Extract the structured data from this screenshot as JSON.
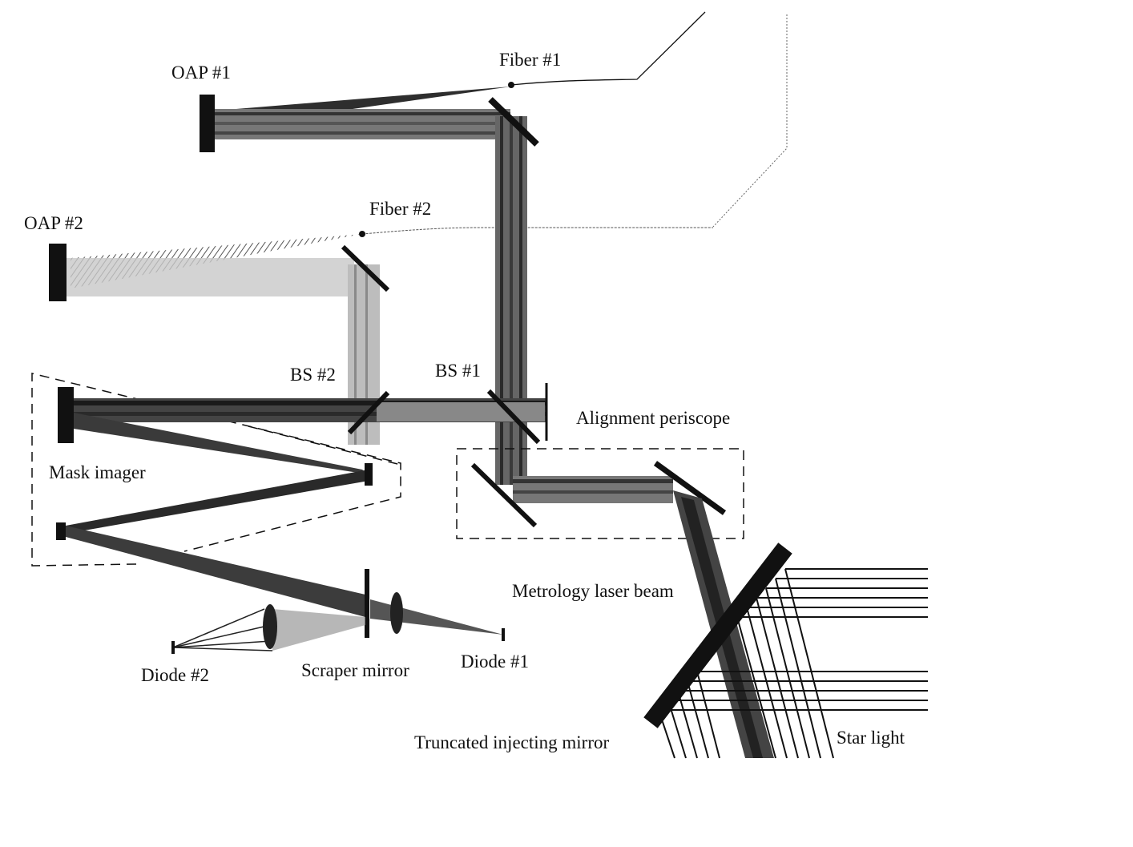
{
  "labels": {
    "oap1": "OAP #1",
    "fiber1": "Fiber #1",
    "oap2": "OAP #2",
    "fiber2": "Fiber #2",
    "bs2": "BS #2",
    "bs1": "BS #1",
    "alignment_periscope": "Alignment periscope",
    "mask_imager": "Mask imager",
    "metrology_laser_beam": "Metrology laser beam",
    "diode2": "Diode #2",
    "scraper_mirror": "Scraper mirror",
    "diode1": "Diode #1",
    "truncated_injecting_mirror": "Truncated injecting mirror",
    "star_light": "Star light"
  },
  "colors": {
    "ink": "#111111",
    "beam_dark": "#2a2a2a",
    "beam_mid": "#6e6e6e",
    "beam_light": "#b4b4b4"
  }
}
